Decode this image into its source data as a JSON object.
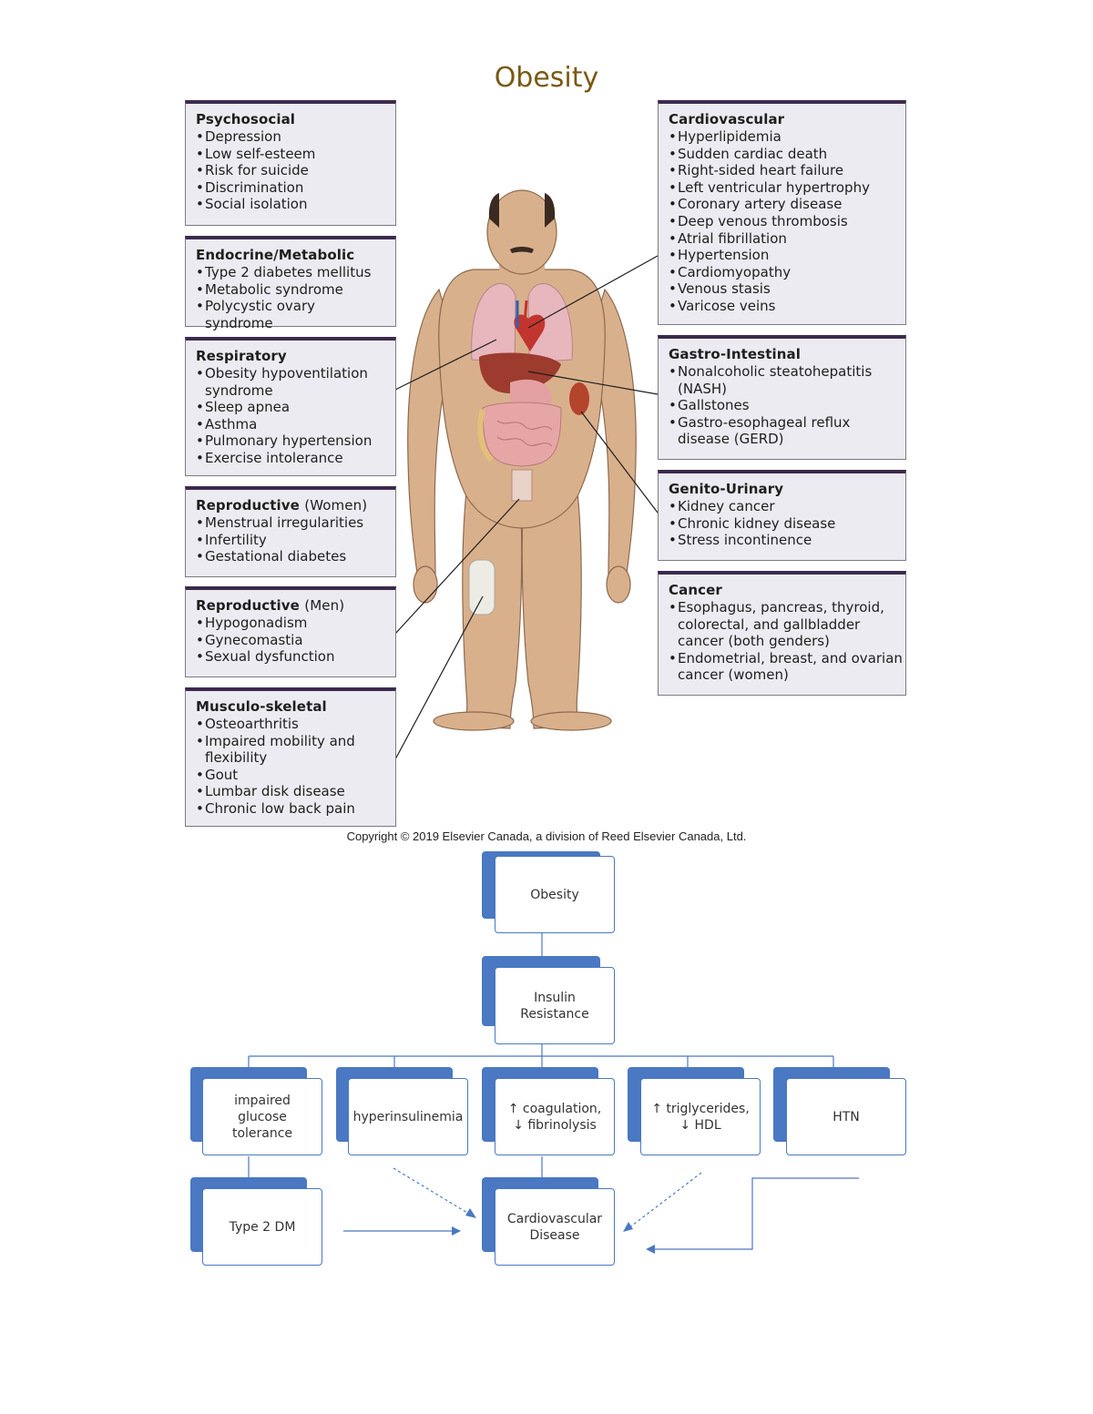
{
  "title": "Obesity",
  "copyright": "Copyright © 2019 Elsevier Canada, a division of Reed Elsevier Canada, Ltd.",
  "boxes": {
    "psychosocial": {
      "title": "Psychosocial",
      "items": [
        "Depression",
        "Low self-esteem",
        "Risk for suicide",
        "Discrimination",
        "Social isolation"
      ]
    },
    "endocrine": {
      "title": "Endocrine/Metabolic",
      "items": [
        "Type 2 diabetes mellitus",
        "Metabolic syndrome",
        "Polycystic ovary syndrome"
      ]
    },
    "respiratory": {
      "title": "Respiratory",
      "items": [
        "Obesity hypoventilation syndrome",
        "Sleep apnea",
        "Asthma",
        "Pulmonary hypertension",
        "Exercise intolerance"
      ]
    },
    "repro_women": {
      "title": "Reproductive",
      "title_suffix": "(Women)",
      "items": [
        "Menstrual irregularities",
        "Infertility",
        "Gestational diabetes"
      ]
    },
    "repro_men": {
      "title": "Reproductive",
      "title_suffix": "(Men)",
      "items": [
        "Hypogonadism",
        "Gynecomastia",
        "Sexual dysfunction"
      ]
    },
    "musculo": {
      "title": "Musculo-skeletal",
      "items": [
        "Osteoarthritis",
        "Impaired mobility and flexibility",
        "Gout",
        "Lumbar disk disease",
        "Chronic low back pain"
      ]
    },
    "cardio": {
      "title": "Cardiovascular",
      "items": [
        "Hyperlipidemia",
        "Sudden cardiac death",
        "Right-sided heart failure",
        "Left ventricular hypertrophy",
        "Coronary artery disease",
        "Deep venous thrombosis",
        "Atrial fibrillation",
        "Hypertension",
        "Cardiomyopathy",
        "Venous stasis",
        "Varicose veins"
      ]
    },
    "gastro": {
      "title": "Gastro-Intestinal",
      "items": [
        "Nonalcoholic steatohepatitis (NASH)",
        "Gallstones",
        "Gastro-esophageal reflux disease (GERD)"
      ]
    },
    "genito": {
      "title": "Genito-Urinary",
      "items": [
        "Kidney cancer",
        "Chronic kidney disease",
        "Stress incontinence"
      ]
    },
    "cancer": {
      "title": "Cancer",
      "items": [
        "Esophagus, pancreas, thyroid, colorectal, and gallbladder cancer (both genders)",
        "Endometrial, breast, and ovarian cancer (women)"
      ]
    }
  },
  "flow": {
    "obesity": "Obesity",
    "insulin": "Insulin Resistance",
    "glucose": "impaired glucose tolerance",
    "hyperins": "hyperinsulinemia",
    "coag": "↑ coagulation, ↓ fibrinolysis",
    "trig": "↑ triglycerides, ↓ HDL",
    "htn": "HTN",
    "dm": "Type 2 DM",
    "cvd": "Cardiovascular Disease"
  },
  "colors": {
    "box_border_top": "#3c2a4d",
    "box_fill": "#ecebf1",
    "flow_accent": "#4a78c2",
    "title": "#7a5a12",
    "skin": "#d9b08c"
  }
}
